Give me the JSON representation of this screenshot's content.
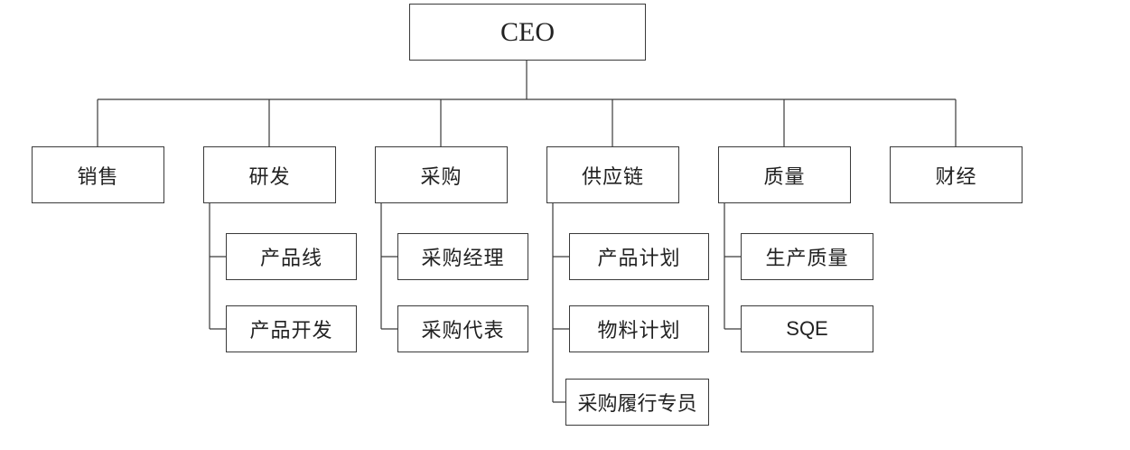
{
  "root": {
    "label": "CEO"
  },
  "departments": [
    {
      "id": "sales",
      "label": "销售",
      "children": []
    },
    {
      "id": "rnd",
      "label": "研发",
      "children": [
        "产品线",
        "产品开发"
      ]
    },
    {
      "id": "purchasing",
      "label": "采购",
      "children": [
        "采购经理",
        "采购代表"
      ]
    },
    {
      "id": "supply-chain",
      "label": "供应链",
      "children": [
        "产品计划",
        "物料计划",
        "采购履行专员"
      ]
    },
    {
      "id": "quality",
      "label": "质量",
      "children": [
        "生产质量",
        "SQE"
      ]
    },
    {
      "id": "finance",
      "label": "财经",
      "children": []
    }
  ],
  "colors": {
    "line": "#3a3a3a",
    "box_border": "#3a3a3a",
    "text": "#222222"
  }
}
